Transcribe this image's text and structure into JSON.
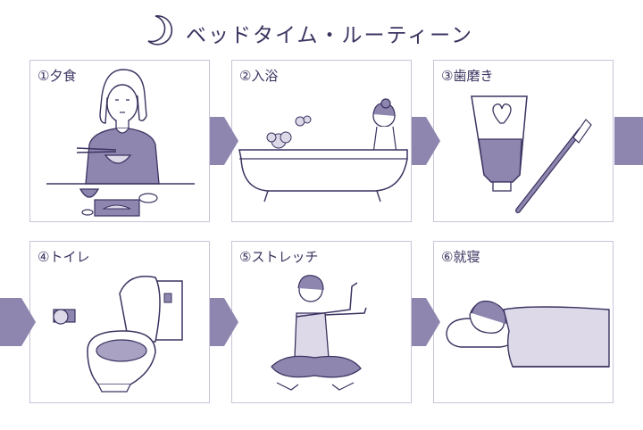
{
  "title": "ベッドタイム・ルーティーン",
  "icons": {
    "title": "crescent-moon-icon",
    "connector": "chevron-arrow-icon"
  },
  "colors": {
    "ink": "#3b3360",
    "accent": "#8f86b0",
    "panel_border": "#c9c4d9",
    "fill_light": "#ddd9e8",
    "fill_mid": "#a9a2c2"
  },
  "steps": [
    {
      "label": "①夕食"
    },
    {
      "label": "②入浴"
    },
    {
      "label": "③歯磨き"
    },
    {
      "label": "④トイレ"
    },
    {
      "label": "⑤ストレッチ"
    },
    {
      "label": "⑥就寝"
    }
  ]
}
